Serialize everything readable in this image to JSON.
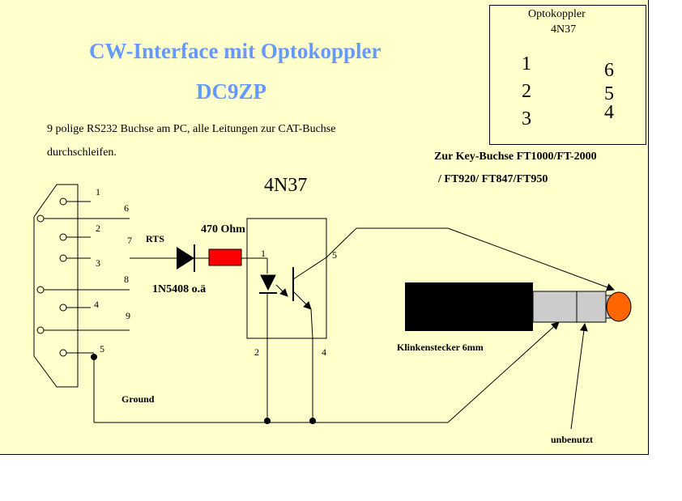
{
  "title": "CW-Interface mit Optokoppler",
  "callsign": "DC9ZP",
  "note_line1": "9 polige RS232 Buchse am PC, alle Leitungen zur CAT-Buchse",
  "note_line2": "durchschleifen.",
  "opto_inset": {
    "title_line1": "Optokoppler",
    "title_line2": "4N37",
    "pins": [
      "1",
      "2",
      "3",
      "6",
      "5",
      "4"
    ]
  },
  "key_socket_line1": "Zur Key-Buchse FT1000/FT-2000",
  "key_socket_line2": "/ FT920/ FT847/FT950",
  "chip_label": "4N37",
  "db9_pins": [
    "1",
    "6",
    "2",
    "7",
    "3",
    "8",
    "4",
    "9",
    "5"
  ],
  "rts_label": "RTS",
  "resistor_label": "470 Ohm",
  "diode_label": "1N5408 o.ä",
  "chip_pins": [
    "1",
    "5",
    "2",
    "4"
  ],
  "jack_label": "Klinkenstecker 6mm",
  "ground_label": "Ground",
  "unused_label": "unbenutzt",
  "colors": {
    "background": "#ffffcc",
    "title": "#6699ff",
    "resistor": "#ff0000",
    "jack_tip": "#ff6600",
    "jack_sleeve": "#cccccc",
    "jack_body": "#000000"
  }
}
